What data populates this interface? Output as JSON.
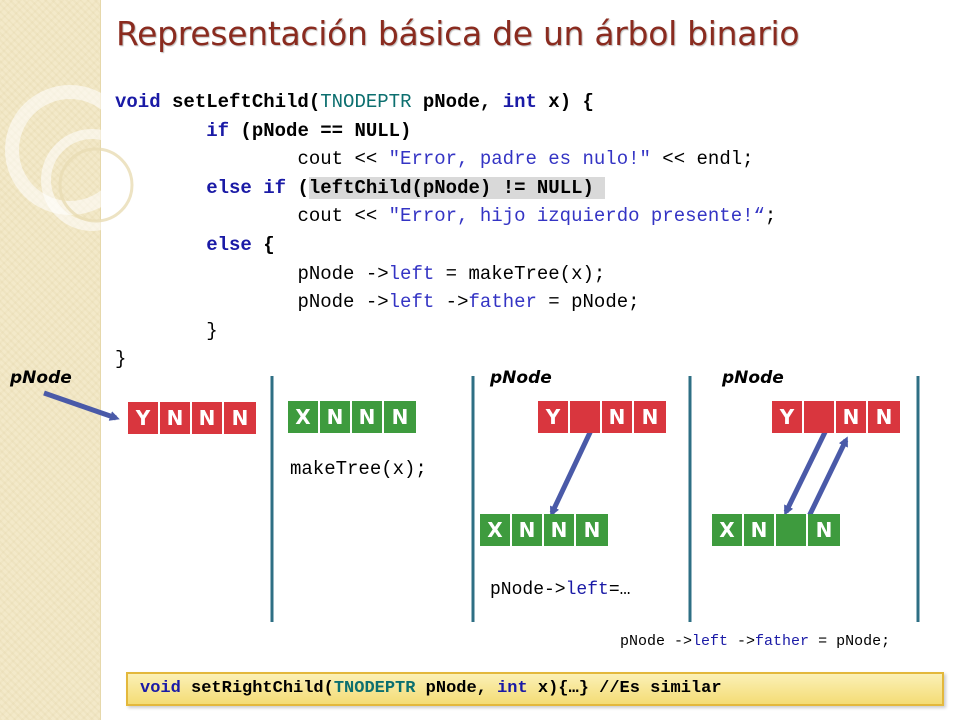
{
  "slide": {
    "title": "Representación básica de un árbol binario"
  },
  "code": {
    "l1_kw": "void",
    "l1_rest": " setLeftChild(",
    "l1_type": "TNODEPTR",
    "l1_rest2": " pNode, ",
    "l1_kw2": "int",
    "l1_rest3": " x) {",
    "l2_kw": "if",
    "l2_rest": " (pNode == NULL)",
    "l3_a": "cout << ",
    "l3_str": "\"Error, padre es nulo!\"",
    "l3_b": " << endl;",
    "l4_kw": "else if",
    "l4_rest": " (",
    "l4_hl": "leftChild(pNode) != NULL) ",
    "l5_a": "cout << ",
    "l5_str": "\"Error, hijo izquierdo presente!“",
    "l5_b": ";",
    "l6_kw": "else",
    "l6_rest": " {",
    "l7_a": "pNode ->",
    "l7_f": "left",
    "l7_b": " = makeTree(x);",
    "l8_a": "pNode ->",
    "l8_f": "left",
    "l8_b": " ->",
    "l8_f2": "father",
    "l8_c": " = pNode;",
    "l9": "}",
    "l10": "}"
  },
  "diagram": {
    "pnode_label": "pNode",
    "node_initial": [
      "Y",
      "N",
      "N",
      "N"
    ],
    "node_new": [
      "X",
      "N",
      "N",
      "N"
    ],
    "node_parent_after": [
      "Y",
      "",
      "N",
      "N"
    ],
    "node_child_after": [
      "X",
      "N",
      "N",
      "N"
    ],
    "node_parent_final": [
      "Y",
      "",
      "N",
      "N"
    ],
    "node_child_final": [
      "X",
      "N",
      "",
      "N"
    ],
    "caption_make": "makeTree(x);",
    "caption_left_a": "pNode->",
    "caption_left_f": "left",
    "caption_left_b": "=…",
    "caption_father_a": "pNode ->",
    "caption_father_f": "left",
    "caption_father_b": " ->",
    "caption_father_f2": "father",
    "caption_father_c": " = pNode;"
  },
  "footer": {
    "kw_void": "void",
    "text1": " setRightChild(",
    "type": "TNODEPTR",
    "text2": " pNode, ",
    "kw_int": "int",
    "text3": " x){…} //Es similar"
  },
  "colors": {
    "title": "#8a2b1f",
    "node_green": "#3e9b3e",
    "node_red": "#d9363e",
    "arrow_blue": "#4a5aa8",
    "divider_teal": "#2e6f84",
    "left_band": "#f3e9c9"
  }
}
